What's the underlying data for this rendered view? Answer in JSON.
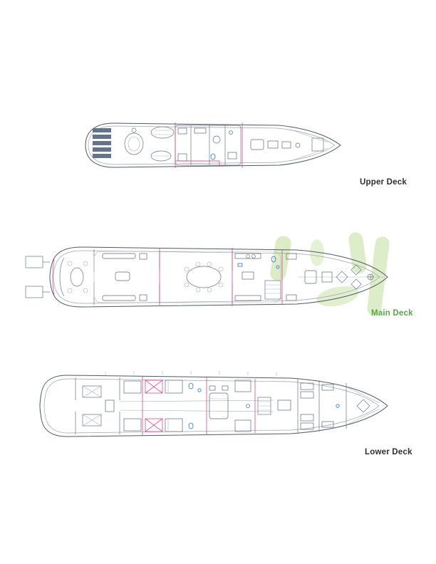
{
  "decks": [
    {
      "id": "upper-deck",
      "label": "Upper Deck",
      "label_color": "#2f2f2f"
    },
    {
      "id": "main-deck",
      "label": "Main Deck",
      "label_color": "#5aa648"
    },
    {
      "id": "lower-deck",
      "label": "Lower Deck",
      "label_color": "#2f2f2f"
    }
  ],
  "drawing": {
    "line_color": "#4f5a64",
    "partition_color": "#6b7680",
    "accent_red": "#e23b8e",
    "accent_blue": "#2f6fd6",
    "watermark_green": "#b7d98f",
    "background": "#ffffff"
  }
}
